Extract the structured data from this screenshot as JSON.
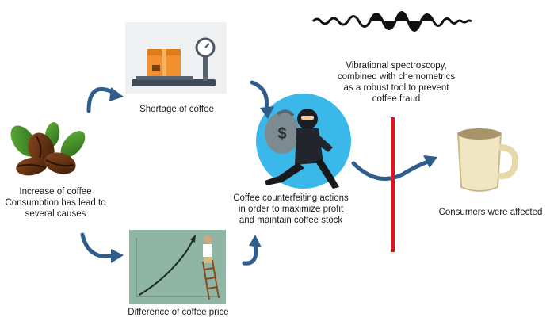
{
  "labels": {
    "shortage": "Shortage of coffee",
    "spectroscopy": [
      "Vibrational spectroscopy,",
      "combined with chemometrics",
      "as a robust tool to prevent",
      "coffee fraud"
    ],
    "increase": [
      "Increase of coffee",
      "Consumption has lead to",
      "several causes"
    ],
    "counterfeiting": [
      "Coffee counterfeiting actions",
      "in order to maximize profit",
      "and maintain coffee stock"
    ],
    "consumers": "Consumers were affected",
    "price": "Difference of coffee price"
  },
  "colors": {
    "arrow_blue": "#2f5d8c",
    "divider_red": "#e0141b",
    "thief_circle": "#3bb8ea",
    "price_board": "#8fb6a4",
    "cup": "#f0e6c2"
  }
}
